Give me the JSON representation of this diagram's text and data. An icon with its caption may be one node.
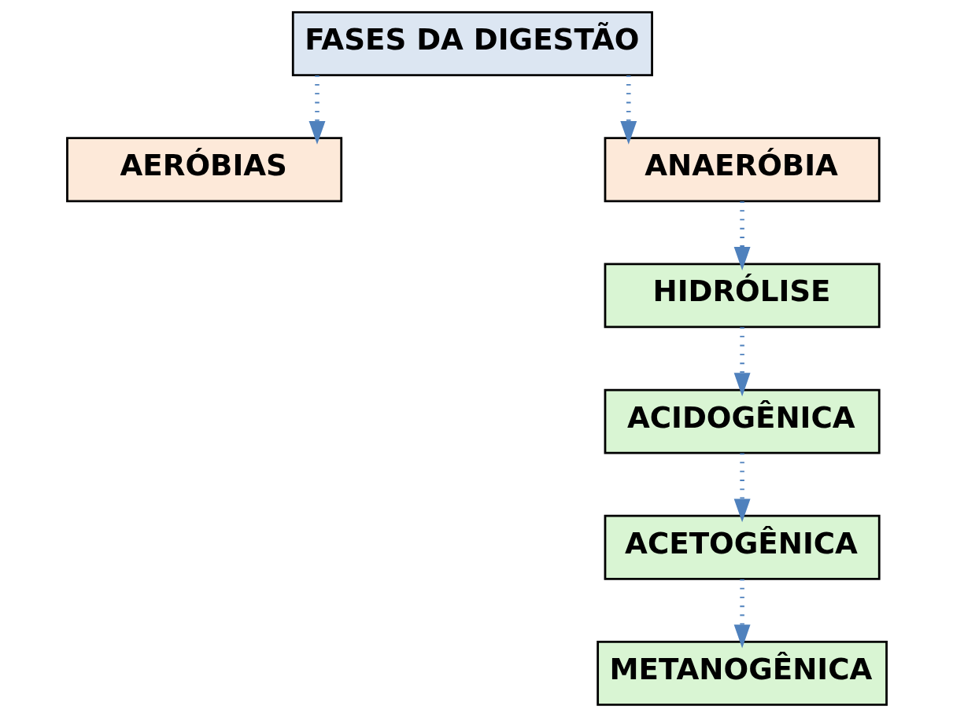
{
  "diagram": {
    "nodes": [
      {
        "text": [
          "FASES DA DIGESTÃO"
        ]
      },
      {
        "text": [
          "AERÓBIAS"
        ]
      },
      {
        "text": [
          "ANAERÓBIA"
        ]
      },
      {
        "text": [
          "HIDRÓLISE"
        ]
      },
      {
        "text": [
          "ACIDOGÊNICA"
        ]
      },
      {
        "text": [
          "ACETOGÊNICA"
        ]
      },
      {
        "text": [
          "METANOGÊNICA"
        ]
      }
    ],
    "edges": [
      {
        "from": 0,
        "to": 1,
        "arrow": "to",
        "style": "dashed"
      },
      {
        "from": 0,
        "to": 2,
        "arrow": "to",
        "style": "dashed"
      },
      {
        "from": 2,
        "to": 3,
        "arrow": "to",
        "style": "dashed"
      },
      {
        "from": 3,
        "to": 4,
        "arrow": "to",
        "style": "dashed"
      },
      {
        "from": 4,
        "to": 5,
        "arrow": "to",
        "style": "dashed"
      },
      {
        "from": 5,
        "to": 6,
        "arrow": "to",
        "style": "dashed"
      }
    ]
  }
}
